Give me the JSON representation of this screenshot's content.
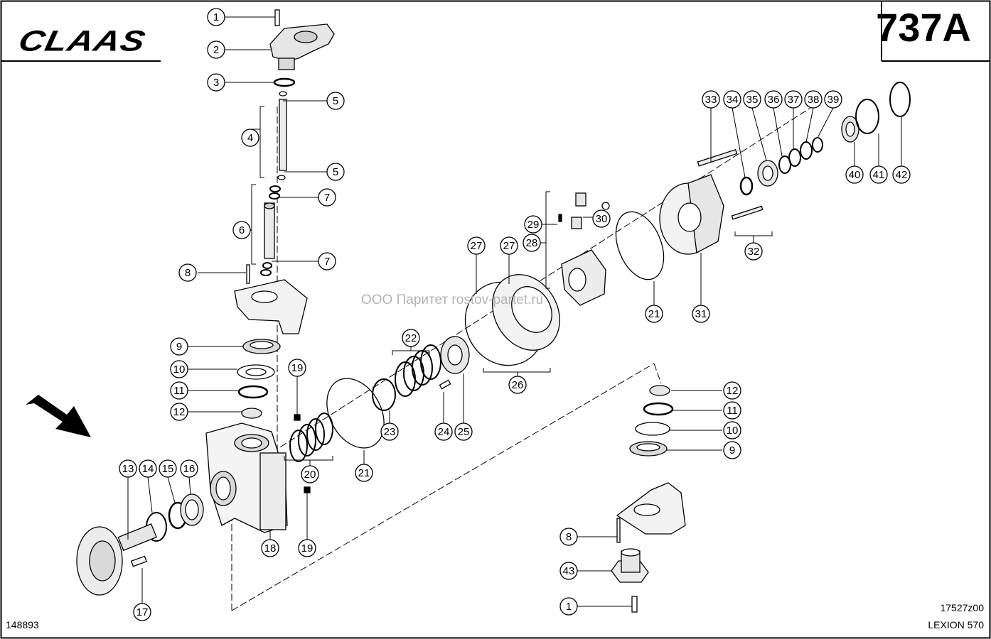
{
  "header": {
    "brand": "CLAAS",
    "page_number": "737A"
  },
  "footer": {
    "document_number": "148893",
    "drawing_number": "17527z00",
    "model": "LEXION 570"
  },
  "watermark": "ООО Паритет  rostov-partet.ru",
  "callouts": [
    "1",
    "2",
    "3",
    "4",
    "5",
    "5",
    "6",
    "7",
    "7",
    "8",
    "9",
    "10",
    "11",
    "12",
    "13",
    "14",
    "15",
    "16",
    "17",
    "18",
    "19",
    "19",
    "20",
    "21",
    "21",
    "22",
    "23",
    "24",
    "25",
    "26",
    "27",
    "27",
    "28",
    "29",
    "30",
    "31",
    "32",
    "33",
    "34",
    "35",
    "36",
    "37",
    "38",
    "39",
    "40",
    "41",
    "42",
    "12",
    "11",
    "10",
    "9",
    "8",
    "43",
    "1"
  ]
}
